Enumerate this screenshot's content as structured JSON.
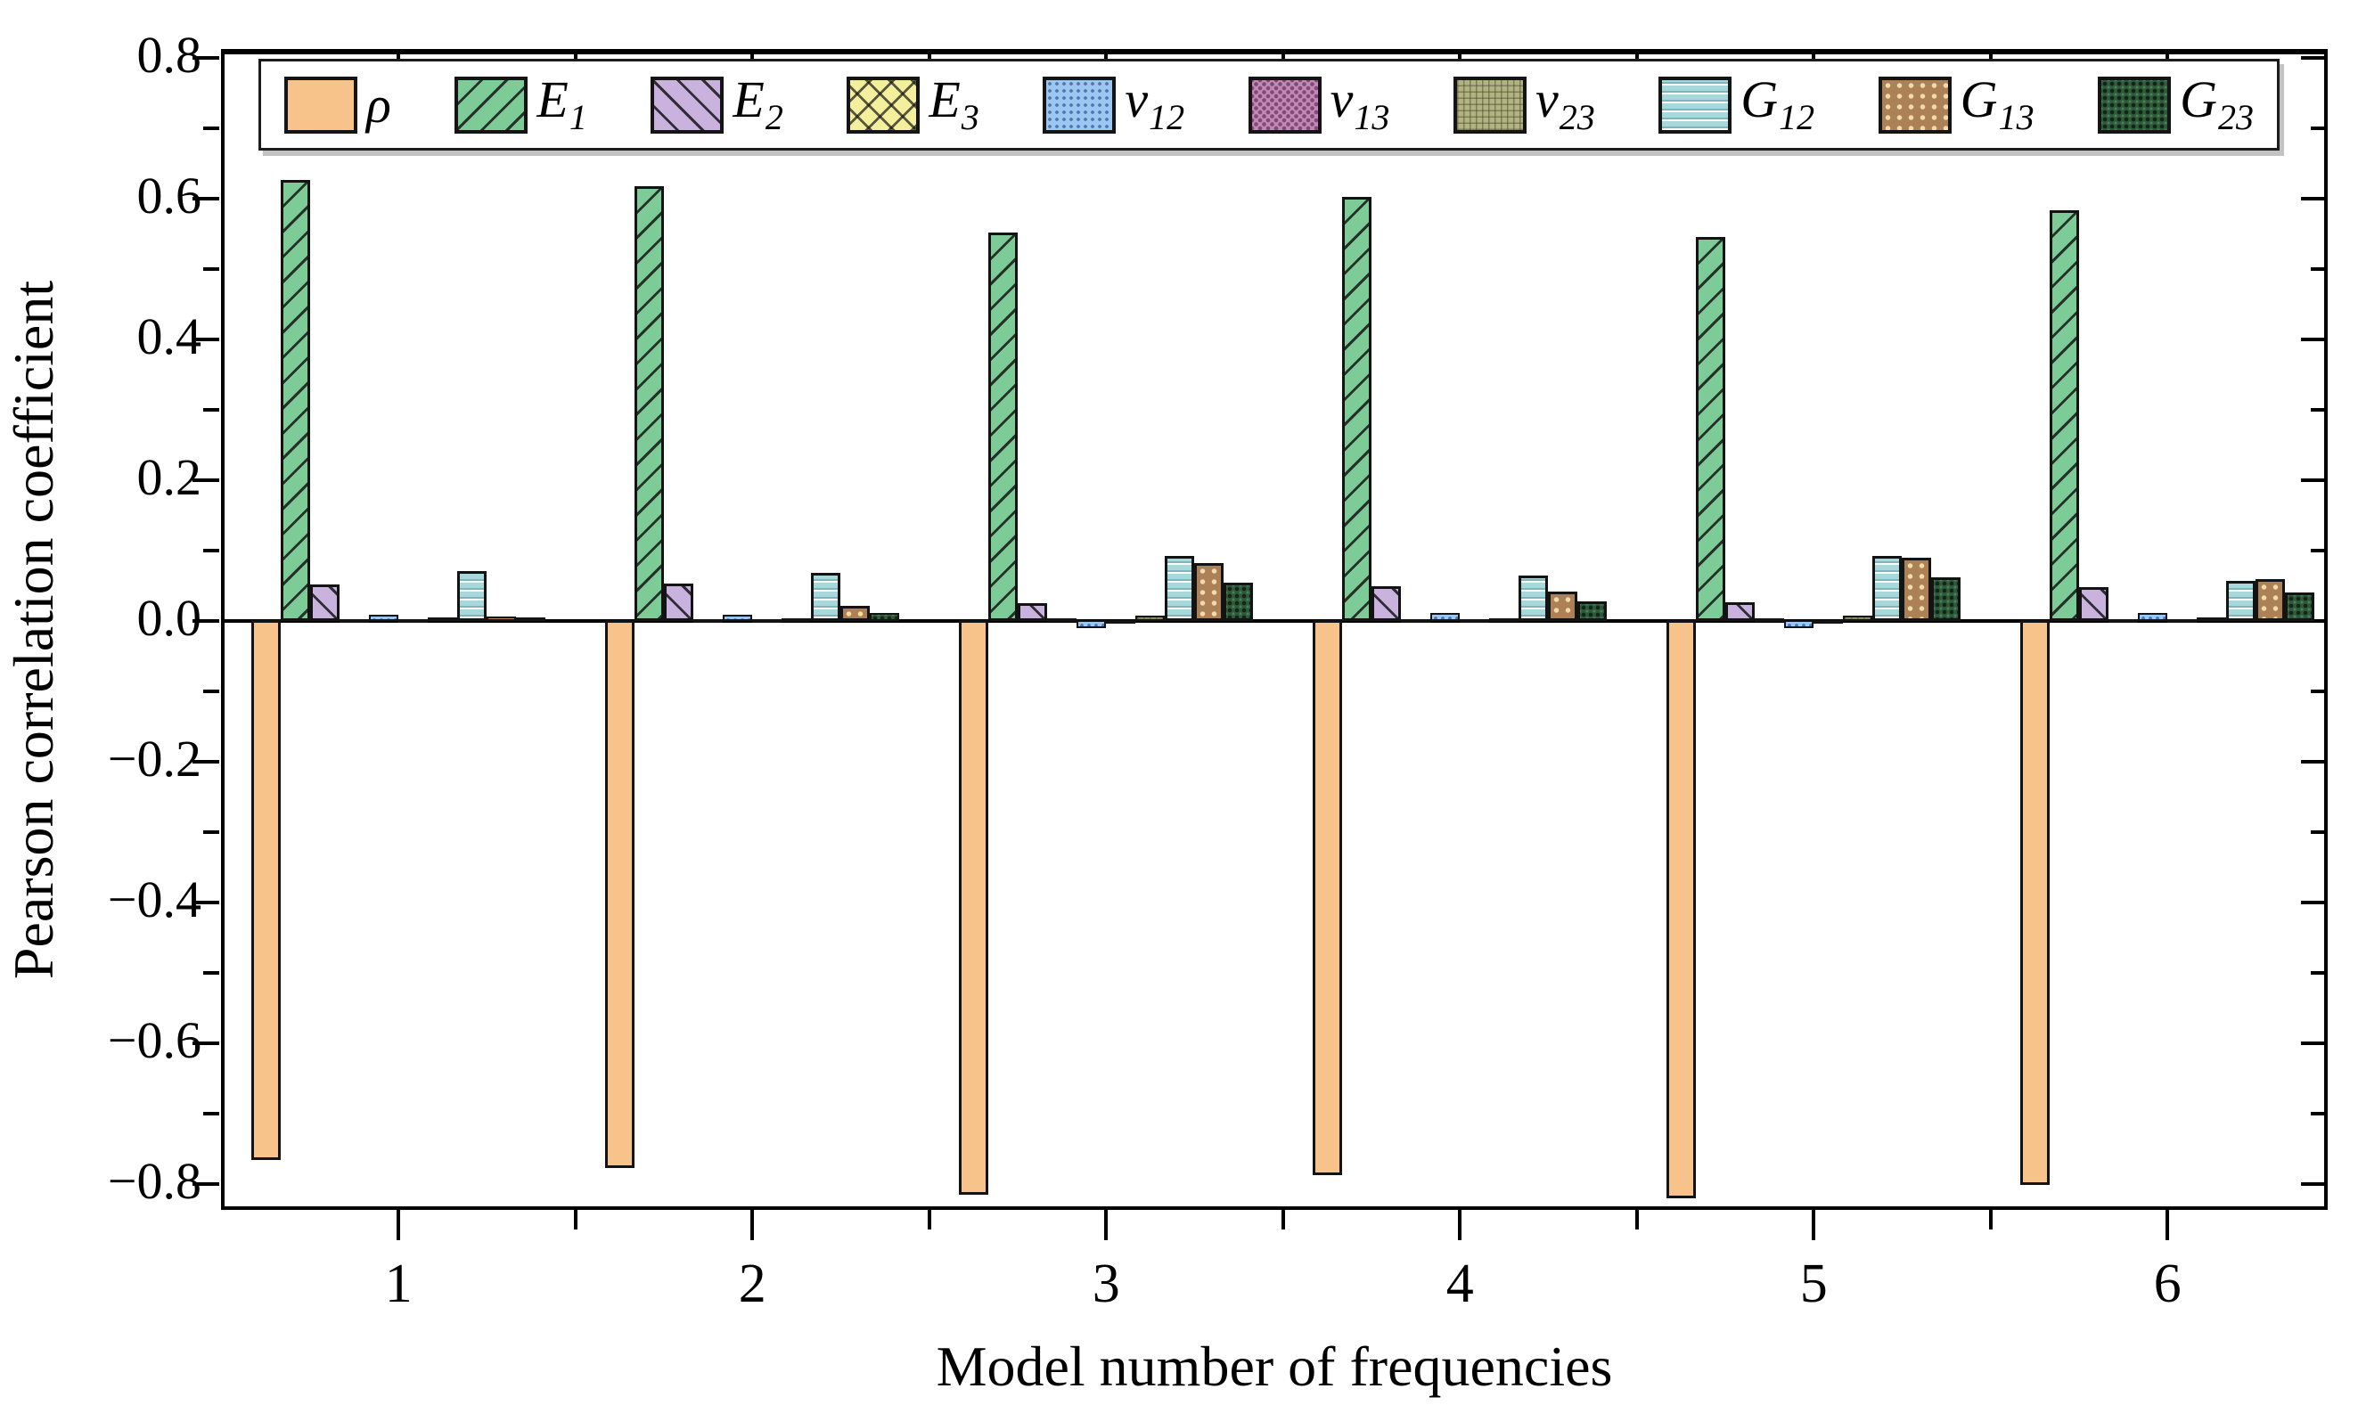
{
  "chart_data": {
    "type": "bar",
    "title": "",
    "xlabel": "Model number of frequencies",
    "ylabel": "Pearson correlation coefficient",
    "categories": [
      "1",
      "2",
      "3",
      "4",
      "5",
      "6"
    ],
    "series": [
      {
        "name": "rho",
        "label_main": "ρ",
        "label_sub": "",
        "color": "#F8C38A",
        "pattern": "solid",
        "values": [
          -0.767,
          -0.778,
          -0.816,
          -0.788,
          -0.822,
          -0.802
        ]
      },
      {
        "name": "E1",
        "label_main": "E",
        "label_sub": "1",
        "color": "#7DCB96",
        "pattern": "diag1",
        "values": [
          0.627,
          0.618,
          0.552,
          0.602,
          0.546,
          0.583
        ]
      },
      {
        "name": "E2",
        "label_main": "E",
        "label_sub": "2",
        "color": "#C9B2DD",
        "pattern": "diag2",
        "values": [
          0.052,
          0.053,
          0.025,
          0.049,
          0.026,
          0.048
        ]
      },
      {
        "name": "E3",
        "label_main": "E",
        "label_sub": "3",
        "color": "#F4EF9C",
        "pattern": "cross",
        "values": [
          0.003,
          0.003,
          0.004,
          0.003,
          0.004,
          0.003
        ]
      },
      {
        "name": "v12",
        "label_main": "v",
        "label_sub": "12",
        "color": "#9CC7F1",
        "pattern": "dots",
        "values": [
          0.009,
          0.009,
          -0.012,
          0.012,
          -0.012,
          0.011
        ]
      },
      {
        "name": "v13",
        "label_main": "v",
        "label_sub": "13",
        "color": "#C487B7",
        "pattern": "checker",
        "values": [
          0.002,
          0.003,
          -0.004,
          0.002,
          -0.004,
          0.003
        ]
      },
      {
        "name": "v23",
        "label_main": "v",
        "label_sub": "23",
        "color": "#B1B383",
        "pattern": "grid",
        "values": [
          0.005,
          0.004,
          0.007,
          0.004,
          0.007,
          0.005
        ]
      },
      {
        "name": "G12",
        "label_main": "G",
        "label_sub": "12",
        "color": "#A7D8DB",
        "pattern": "wave",
        "values": [
          0.071,
          0.068,
          0.092,
          0.065,
          0.092,
          0.057
        ]
      },
      {
        "name": "G13",
        "label_main": "G",
        "label_sub": "13",
        "color": "#AC8157",
        "pattern": "dotlight",
        "values": [
          0.006,
          0.022,
          0.082,
          0.042,
          0.09,
          0.06
        ]
      },
      {
        "name": "G23",
        "label_main": "G",
        "label_sub": "23",
        "color": "#2F5B3B",
        "pattern": "dotdark",
        "values": [
          0.005,
          0.012,
          0.055,
          0.028,
          0.062,
          0.04
        ]
      }
    ],
    "yticks_major": [
      {
        "value": 0.8,
        "label": "0.8"
      },
      {
        "value": 0.6,
        "label": "0.6"
      },
      {
        "value": 0.4,
        "label": "0.4"
      },
      {
        "value": 0.2,
        "label": "0.2"
      },
      {
        "value": 0.0,
        "label": "0.0"
      },
      {
        "value": -0.2,
        "label": "-0.2"
      },
      {
        "value": -0.4,
        "label": "-0.4"
      },
      {
        "value": -0.6,
        "label": "-0.6"
      },
      {
        "value": -0.8,
        "label": "-0.8"
      }
    ],
    "yticks_minor": [
      0.7,
      0.5,
      0.3,
      0.1,
      -0.1,
      -0.3,
      -0.5,
      -0.7
    ],
    "ylim": [
      -0.836,
      0.813
    ],
    "xlim": [
      0.498,
      6.462
    ],
    "xticks_major": [
      1,
      2,
      3,
      4,
      5,
      6
    ],
    "xtick_minor_step": 0.5,
    "grid": "off",
    "legend_position": "top-inside",
    "colors": {
      "axis": "#000000",
      "bar_edge": "#131313",
      "background": "#ffffff"
    }
  }
}
